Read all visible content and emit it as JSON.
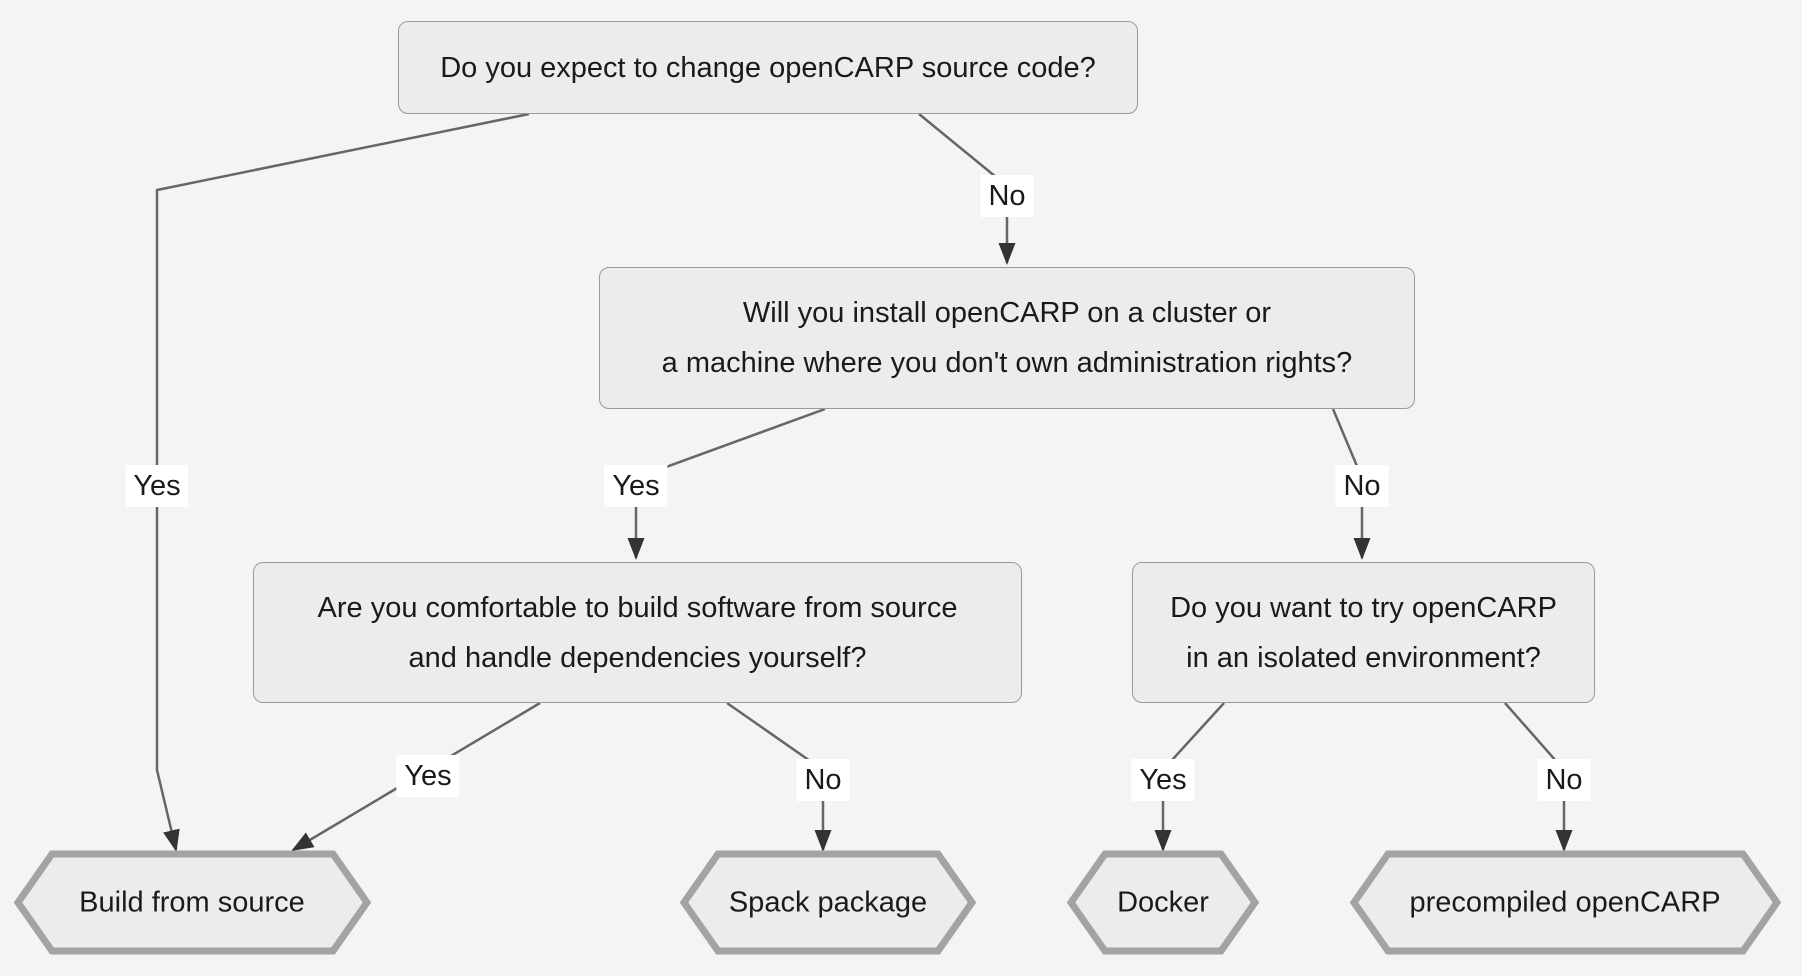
{
  "nodes": {
    "q_change_source": {
      "lines": [
        "Do you expect to change openCARP source code?"
      ]
    },
    "q_cluster": {
      "lines": [
        "Will you install openCARP on a cluster or",
        "a machine where you don't own administration rights?"
      ]
    },
    "q_build_comfort": {
      "lines": [
        "Are you comfortable to build software from source",
        "and handle dependencies yourself?"
      ]
    },
    "q_isolated": {
      "lines": [
        "Do you want to try openCARP",
        "in an isolated environment?"
      ]
    },
    "r_build_source": {
      "label": "Build from source"
    },
    "r_spack": {
      "label": "Spack package"
    },
    "r_docker": {
      "label": "Docker"
    },
    "r_precompiled": {
      "label": "precompiled openCARP"
    }
  },
  "edge_labels": {
    "change_source_yes": "Yes",
    "change_source_no": "No",
    "cluster_yes": "Yes",
    "cluster_no": "No",
    "build_comfort_yes": "Yes",
    "build_comfort_no": "No",
    "isolated_yes": "Yes",
    "isolated_no": "No"
  },
  "colors": {
    "background": "#f4f4f4",
    "node_fill": "#ececec",
    "node_border": "#9a9a9a",
    "hex_border": "#a3a3a3",
    "edge": "#666666",
    "arrowhead": "#333333",
    "label_bg": "#ffffff",
    "text": "#1a1a1a"
  }
}
